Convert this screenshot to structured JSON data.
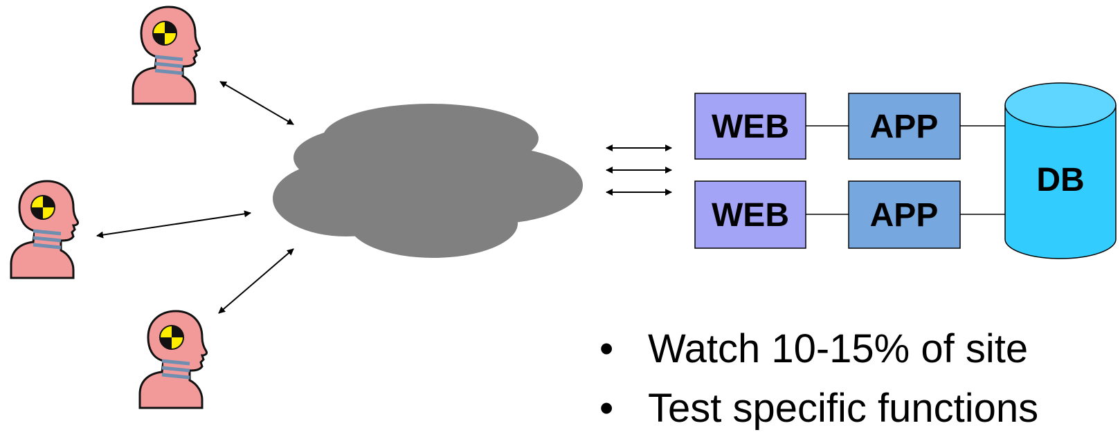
{
  "colors": {
    "web_box": "#a4a4f7",
    "app_box": "#77a7df",
    "db_cylinder": "#33ccff",
    "db_top": "#5fd6ff",
    "cloud": "#808080",
    "head": "#f29a9a",
    "neck_stripe": "#6f8fb0",
    "target_yellow": "#ffee00"
  },
  "icons": [
    "crash-test-dummy-icon",
    "cloud-icon",
    "database-icon"
  ],
  "architecture": {
    "rows": [
      {
        "web_label": "WEB",
        "app_label": "APP"
      },
      {
        "web_label": "WEB",
        "app_label": "APP"
      }
    ],
    "db_label": "DB"
  },
  "bullets": {
    "items": [
      {
        "marker": "•",
        "text": "Watch 10-15% of site"
      },
      {
        "marker": "•",
        "text": "Test specific functions"
      }
    ]
  }
}
